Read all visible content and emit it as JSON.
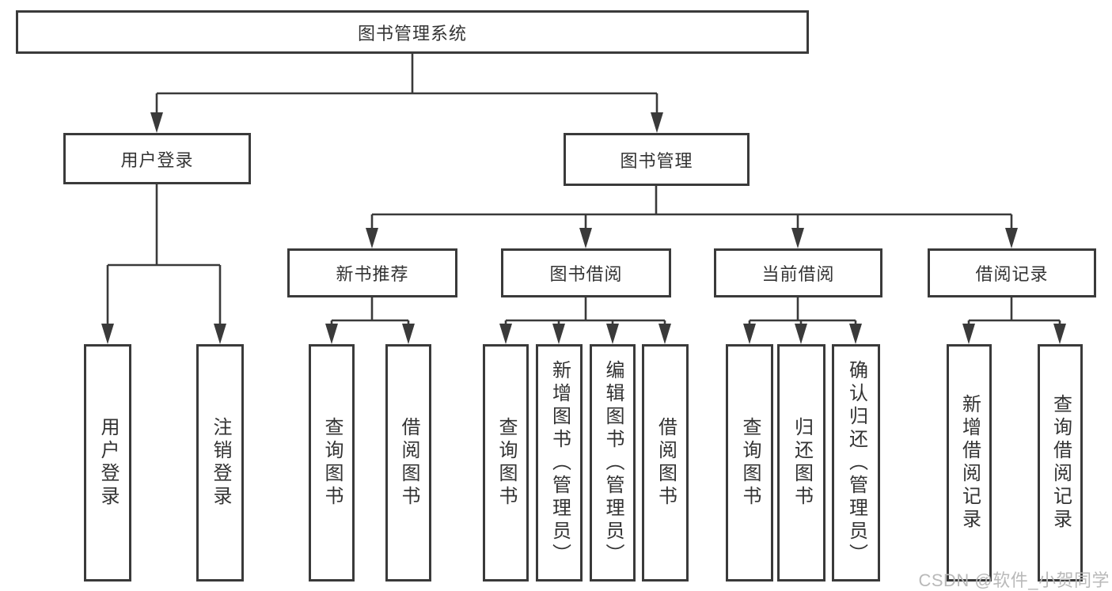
{
  "colors": {
    "line": "#3a3a3a",
    "text": "#333333",
    "background": "#ffffff",
    "watermark": "#b9b9b9"
  },
  "tree": {
    "root": {
      "label": "图书管理系统"
    },
    "branches": [
      {
        "label": "用户登录",
        "children": [
          "用户登录",
          "注销登录"
        ]
      },
      {
        "label": "图书管理",
        "sections": [
          {
            "label": "新书推荐",
            "children": [
              "查询图书",
              "借阅图书"
            ]
          },
          {
            "label": "图书借阅",
            "children": [
              "查询图书",
              "新增图书（管理员）",
              "编辑图书（管理员）",
              "借阅图书"
            ]
          },
          {
            "label": "当前借阅",
            "children": [
              "查询图书",
              "归还图书",
              "确认归还（管理员）"
            ]
          },
          {
            "label": "借阅记录",
            "children": [
              "新增借阅记录",
              "查询借阅记录"
            ]
          }
        ]
      }
    ]
  },
  "watermark": {
    "text": "CSDN @软件_小贺同学"
  }
}
